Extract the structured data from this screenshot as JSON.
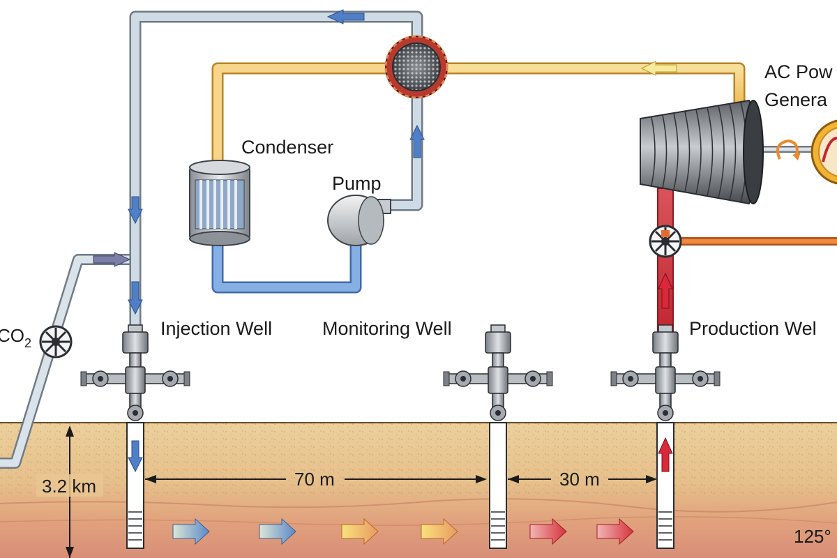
{
  "labels": {
    "ac_power_line1": "AC Pow",
    "ac_power_line2": "Genera",
    "condenser": "Condenser",
    "pump": "Pump",
    "co2_prefix": "CO",
    "co2_sub": "2",
    "injection_well": "Injection Well",
    "monitoring_well": "Monitoring Well",
    "production_well": "Production Wel",
    "depth": "3.2 km",
    "dist_injection_monitoring": "70 m",
    "dist_monitoring_production": "30 m",
    "temperature": "125°"
  },
  "colors": {
    "cold_pipe": "#c9d6e0",
    "pipe_outline": "#6f7b85",
    "warm_pipe": "#f2c15a",
    "cool_pipe": "#6f9ed8",
    "hot_pipe": "#c8323a",
    "orange_pipe": "#e87a2e",
    "flow_arrow_blue": "#4f7fc7",
    "flow_arrow_red": "#d8283a",
    "ground_top": "#e6c58f",
    "ground_deep": "#d98e74"
  },
  "icons": [
    "heat-exchanger-icon",
    "condenser-icon",
    "pump-icon",
    "turbine-icon",
    "generator-icon",
    "valve-icon",
    "wellhead-icon"
  ]
}
